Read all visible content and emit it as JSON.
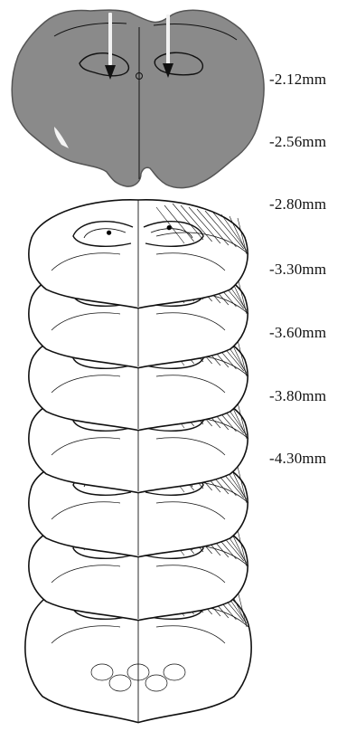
{
  "photo": {
    "tissue_color": "#8a8a8a",
    "border_color": "#555555",
    "track_color": "#f2f2f2",
    "mark_color": "#111111",
    "icon": "brain-section-photo-icon"
  },
  "atlas": {
    "line_color": "#111111",
    "fill_color": "#ffffff",
    "marker_color": "#000000",
    "sections": [
      {
        "label": "-2.12mm",
        "marker_count": 2
      },
      {
        "label": "-2.56mm",
        "marker_count": 9
      },
      {
        "label": "-2.80mm",
        "marker_count": 14
      },
      {
        "label": "-3.30mm",
        "marker_count": 16
      },
      {
        "label": "-3.60mm",
        "marker_count": 6
      },
      {
        "label": "-3.80mm",
        "marker_count": 2
      },
      {
        "label": "-4.30mm",
        "marker_count": 1
      }
    ]
  }
}
